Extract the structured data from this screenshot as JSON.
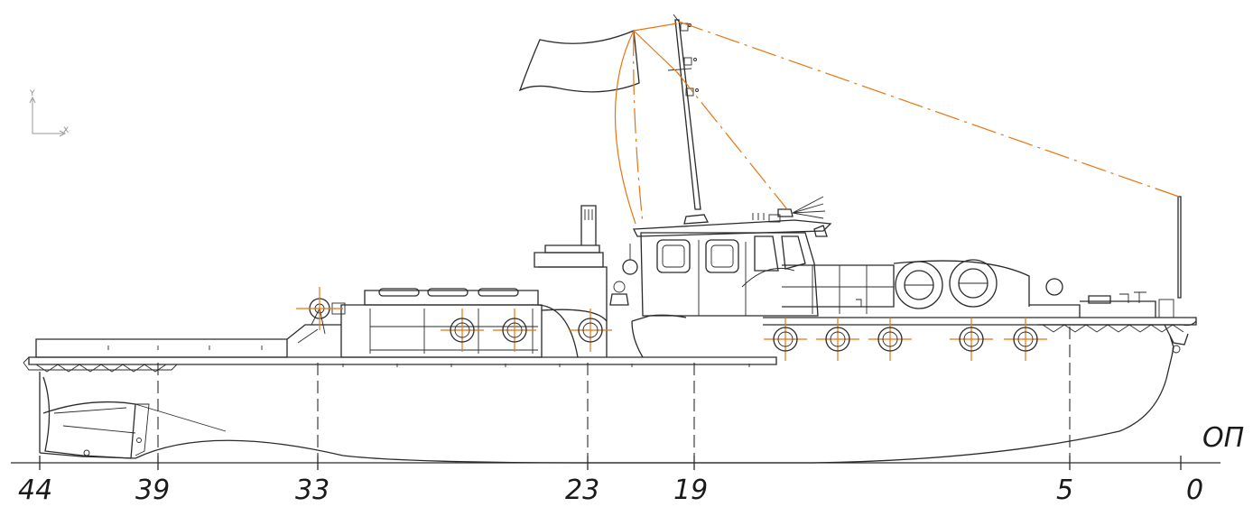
{
  "drawing": {
    "baseline_label": "ОП",
    "frame_labels": [
      "44",
      "39",
      "33",
      "23",
      "19",
      "5",
      "0"
    ],
    "axis_indicator": {
      "y_label": "Y",
      "x_label": "X"
    }
  },
  "colors": {
    "line": "#2a2a2a",
    "rigging": "#e8740c",
    "background": "#ffffff"
  }
}
